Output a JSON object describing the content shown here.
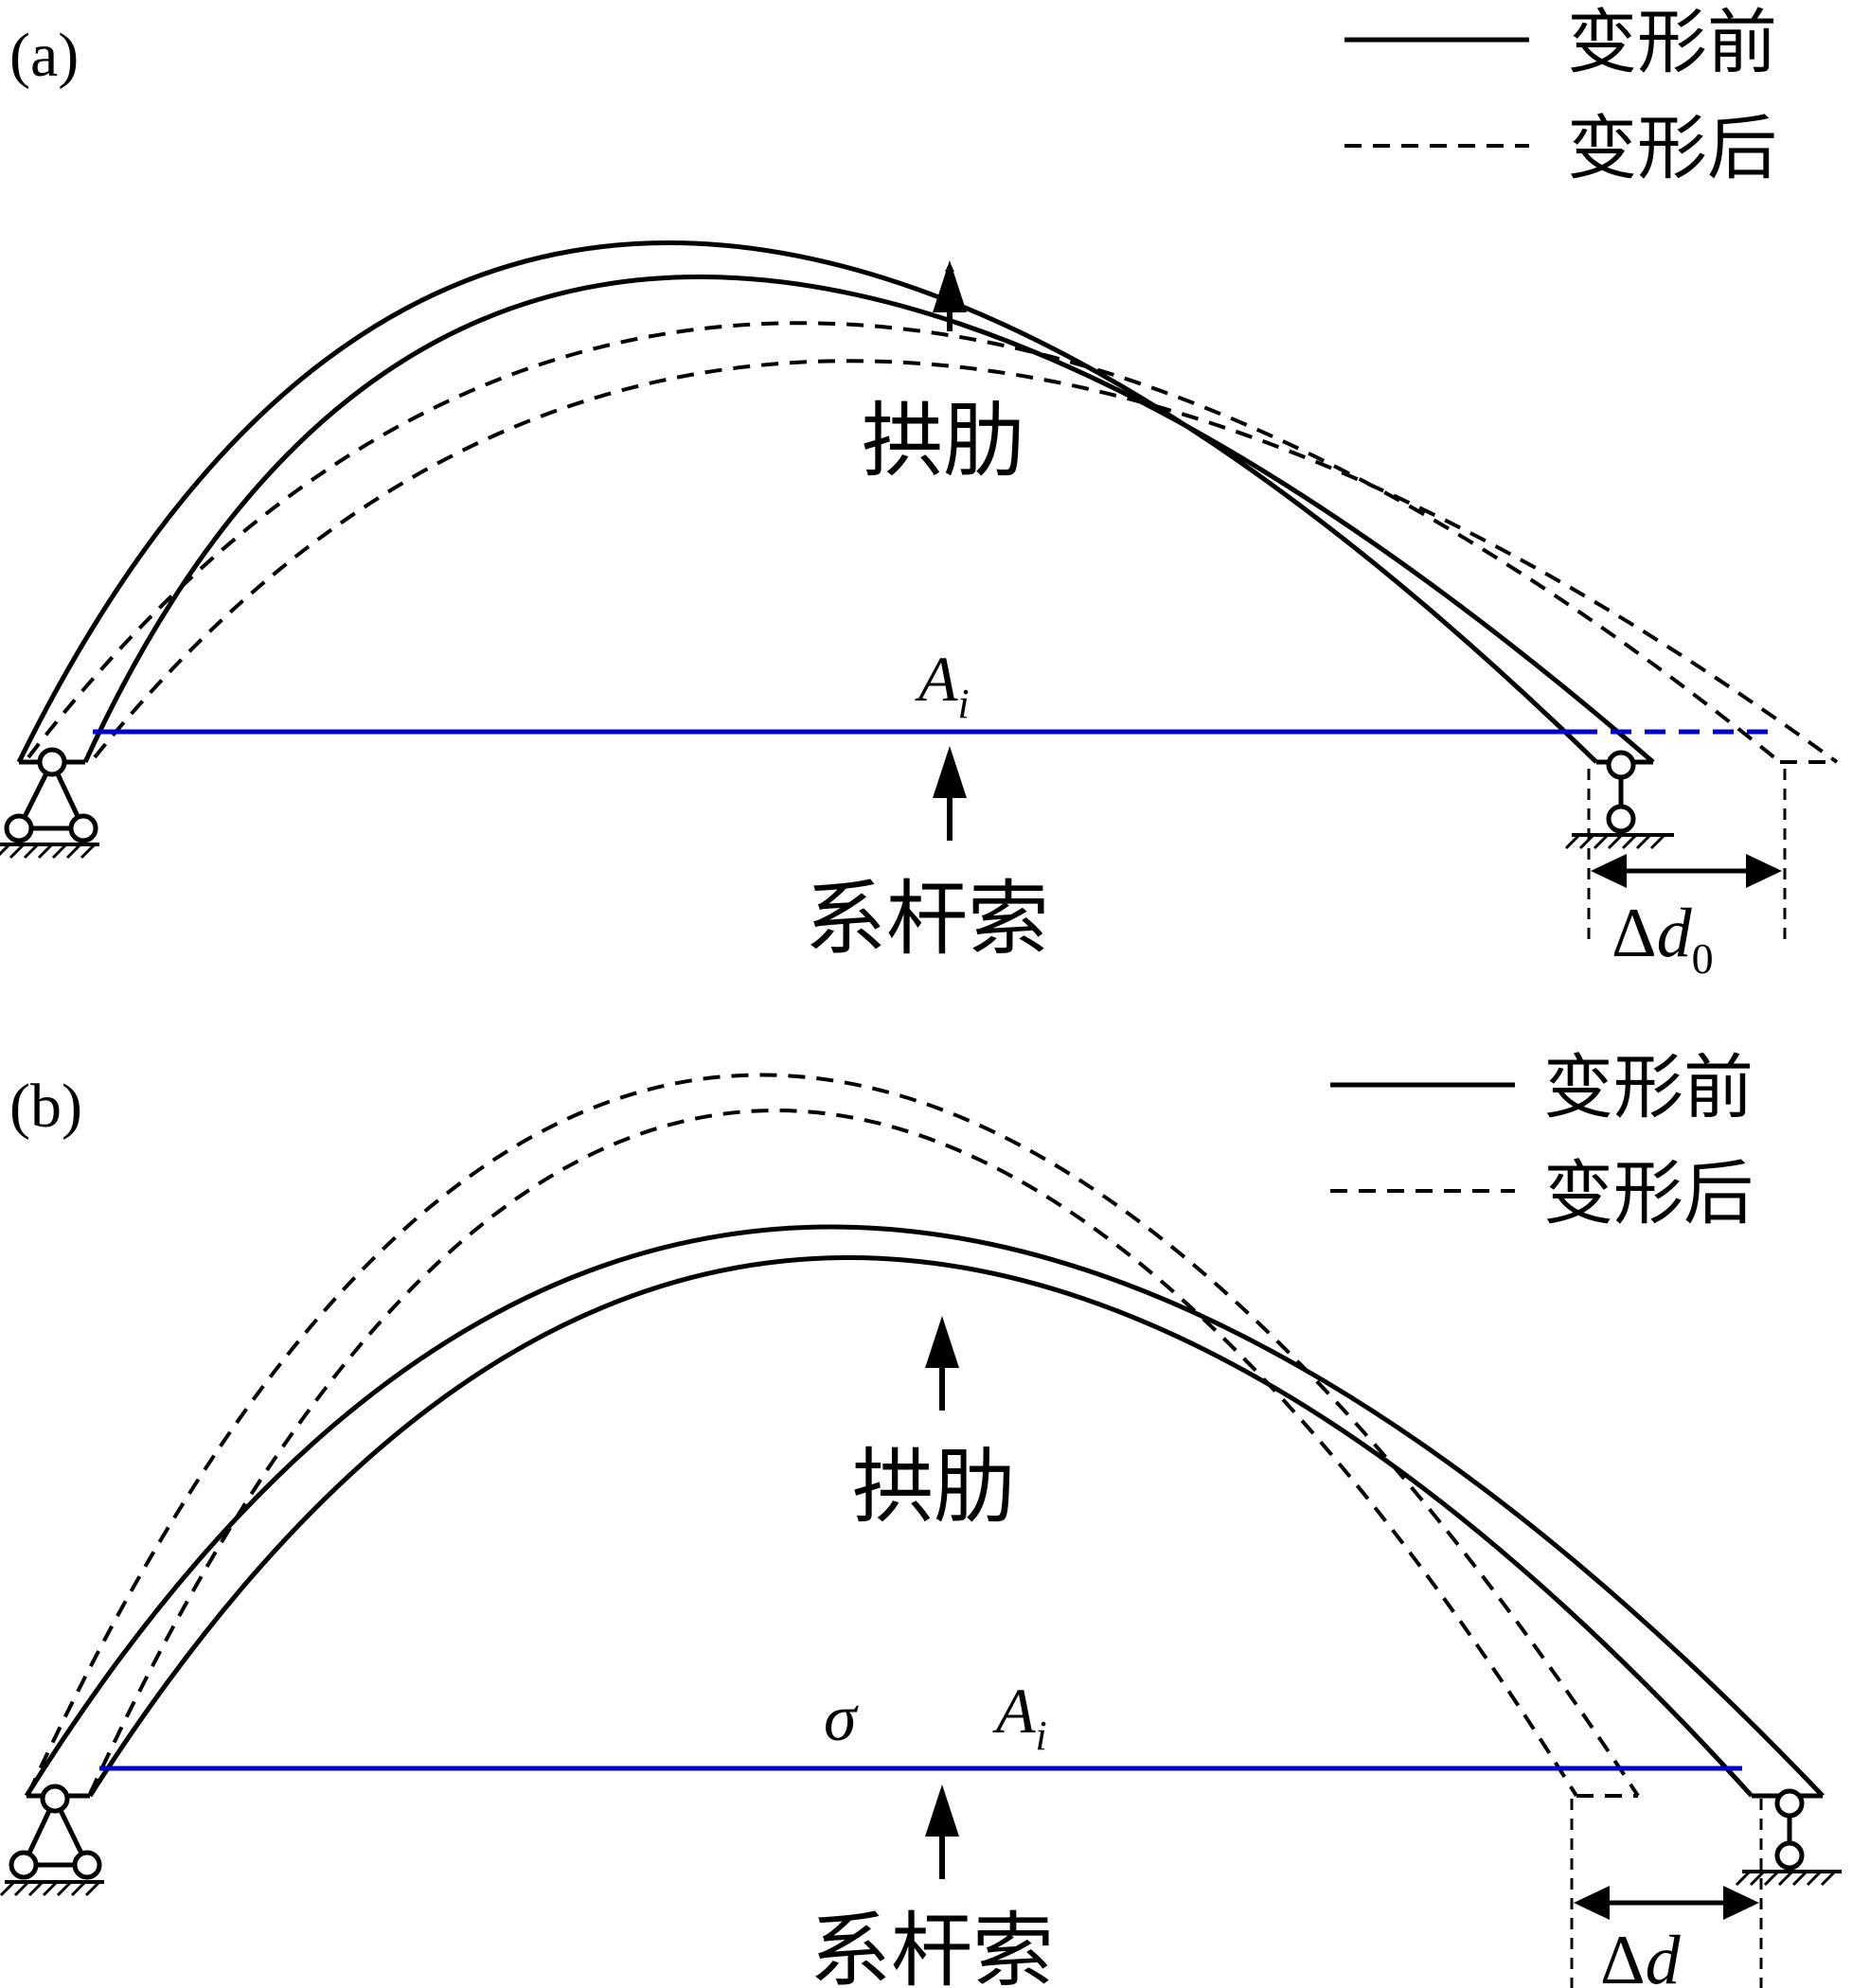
{
  "colors": {
    "line": "#000000",
    "tie_cable": "#0000cc",
    "background": "#ffffff"
  },
  "panel_a": {
    "label": "(a)",
    "legend": {
      "solid": "变形前",
      "dashed": "变形后"
    },
    "arch_label": "拱肋",
    "cable_label": "系杆索",
    "area_symbol": "A",
    "area_subscript": "i",
    "delta_symbol": "Δ",
    "delta_var": "d",
    "delta_subscript": "0"
  },
  "panel_b": {
    "label": "(b)",
    "legend": {
      "solid": "变形前",
      "dashed": "变形后"
    },
    "arch_label": "拱肋",
    "cable_label": "系杆索",
    "stress_symbol": "σ",
    "area_symbol": "A",
    "area_subscript": "i",
    "delta_symbol": "Δ",
    "delta_var": "d"
  }
}
